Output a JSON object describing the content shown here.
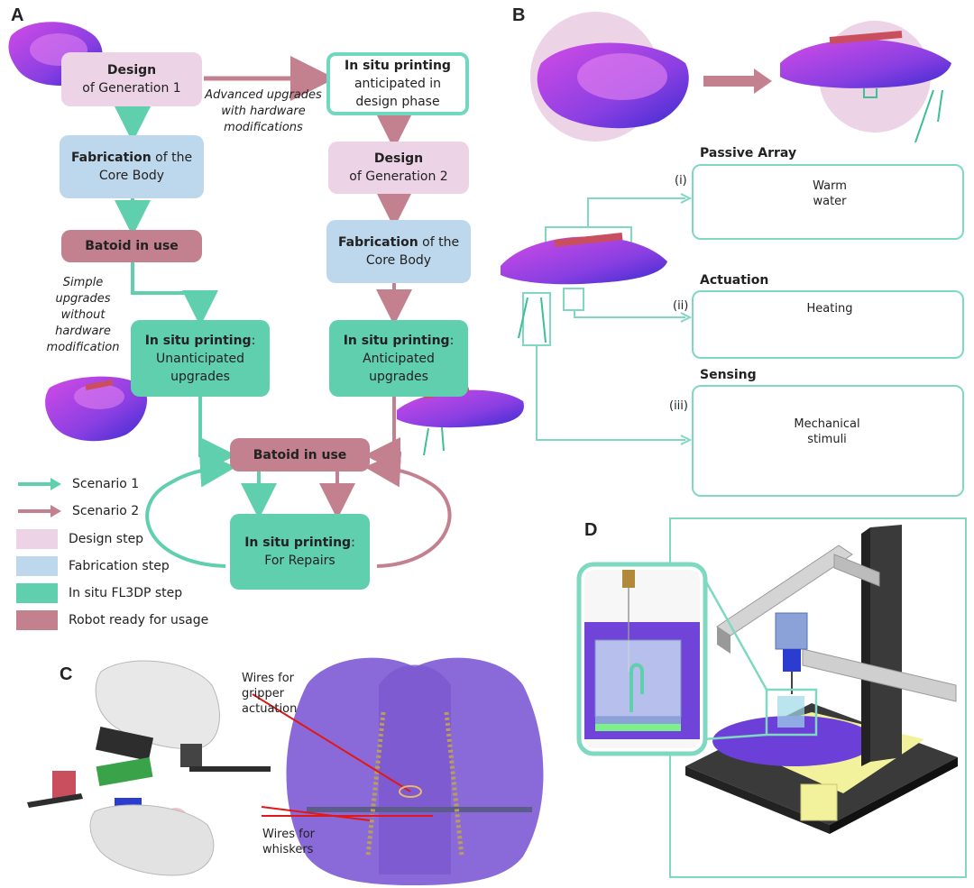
{
  "panels": {
    "a": "A",
    "b": "B",
    "c": "C",
    "d": "D"
  },
  "flow": {
    "design_gen1": {
      "bold": "Design",
      "rest": "of Generation 1"
    },
    "fab_core_1": {
      "bold": "Fabrication",
      "rest1": " of the",
      "rest2": "Core Body"
    },
    "batoid_in_use_1": "Batoid in use",
    "insitu_unanticipated": {
      "bold": "In situ printing",
      "colon": ":",
      "l2": "Unanticipated",
      "l3": "upgrades"
    },
    "insitu_anticipated_design": {
      "bold": "In situ printing",
      "l2": "anticipated in",
      "l3": "design phase"
    },
    "design_gen2": {
      "bold": "Design",
      "rest": "of Generation 2"
    },
    "fab_core_2": {
      "bold": "Fabrication",
      "rest1": " of the",
      "rest2": "Core Body"
    },
    "insitu_anticipated": {
      "bold": "In situ printing",
      "colon": ":",
      "l2": "Anticipated",
      "l3": "upgrades"
    },
    "batoid_in_use_2": "Batoid in use",
    "insitu_repairs": {
      "bold": "In situ printing",
      "colon": ":",
      "l2": "For Repairs"
    }
  },
  "notes": {
    "advanced": [
      "Advanced upgrades",
      "with hardware",
      "modifications"
    ],
    "simple": [
      "Simple",
      "upgrades",
      "without",
      "hardware",
      "modification"
    ]
  },
  "legend": [
    {
      "label": "Scenario 1",
      "kind": "arrow",
      "color": "#5fcfae"
    },
    {
      "label": "Scenario 2",
      "kind": "arrow",
      "color": "#c3818f"
    },
    {
      "label": "Design step",
      "kind": "swatch",
      "color": "#ecd3e6"
    },
    {
      "label": "Fabrication step",
      "kind": "swatch",
      "color": "#bdd7ec"
    },
    {
      "label": "In situ FL3DP step",
      "kind": "swatch",
      "color": "#5fcfae"
    },
    {
      "label": "Robot ready for usage",
      "kind": "swatch",
      "color": "#c3818f"
    }
  ],
  "panel_b": {
    "passive_array": "Passive Array",
    "passive_roman": "(i)",
    "passive_action": [
      "Warm",
      "water"
    ],
    "actuation": "Actuation",
    "actuation_roman": "(ii)",
    "actuation_action": "Heating",
    "sensing": "Sensing",
    "sensing_roman": "(iii)",
    "sensing_action": [
      "Mechanical",
      "stimuli"
    ]
  },
  "panel_c": {
    "wires_gripper": [
      "Wires for",
      "gripper",
      "actuation"
    ],
    "wires_whiskers": [
      "Wires for",
      "whiskers"
    ]
  },
  "colors": {
    "teal": "#5fcfae",
    "rose": "#c3818f",
    "purple": "#7a3fe0",
    "magenta": "#c04ee0"
  }
}
